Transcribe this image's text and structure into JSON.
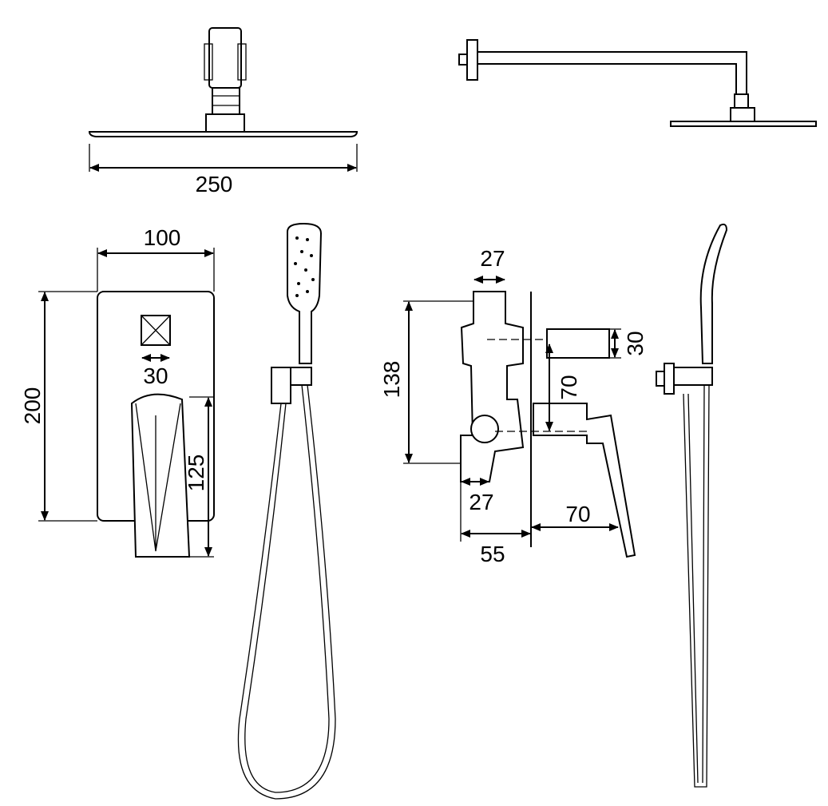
{
  "drawing": {
    "stroke_color": "#000000",
    "background": "#ffffff",
    "dimensions": {
      "shower_head_width": "250",
      "mixer_plate_width": "100",
      "mixer_plate_height": "200",
      "diverter_width": "30",
      "spout_height": "125",
      "side_top_width": "27",
      "side_height": "138",
      "side_cylinder_diameter": "30",
      "side_lever_offset": "70",
      "side_bottom_width": "27",
      "side_body_depth": "55",
      "side_lever_projection": "70"
    }
  }
}
